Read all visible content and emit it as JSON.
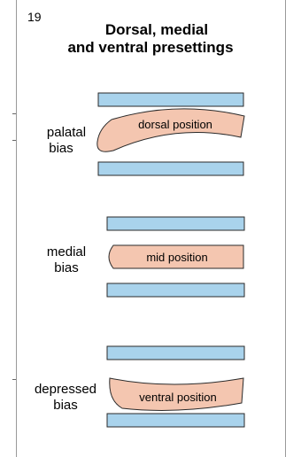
{
  "page_number": "19",
  "title": {
    "line1": "Dorsal, medial",
    "line2": "and ventral presettings"
  },
  "panels": [
    {
      "bias_line1": "palatal",
      "bias_line2": "bias",
      "position_label": "dorsal position"
    },
    {
      "bias_line1": "medial",
      "bias_line2": "bias",
      "position_label": "mid position"
    },
    {
      "bias_line1": "depressed",
      "bias_line2": "bias",
      "position_label": "ventral position"
    }
  ],
  "colors": {
    "bar_fill": "#a9d3ec",
    "tongue_fill": "#f4c6b0",
    "outline": "#2a2a2a"
  }
}
